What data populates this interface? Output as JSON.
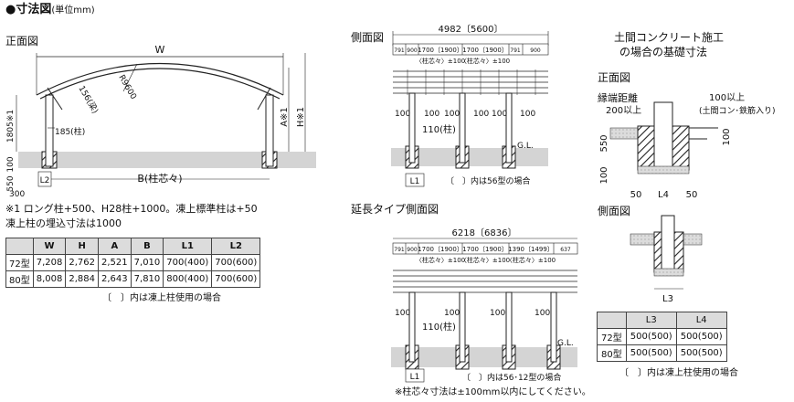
{
  "header": {
    "title": "●寸法図",
    "unit": "(単位mm)"
  },
  "front": {
    "title": "正面図",
    "W": "W",
    "R": "R9600",
    "pillar185": "185(柱)",
    "slope": "156(梁)",
    "Ah": "A※1",
    "Hh": "H※1",
    "h1805": "1805※1",
    "h100": "100",
    "h550": "550",
    "B": "B(柱芯々)",
    "L2": "L2",
    "d300": "300"
  },
  "notes": [
    "※1 ロング柱+500、H28柱+1000。凍上標準柱は+50",
    "凍上柱の埋込寸法は1000"
  ],
  "spec_table": {
    "headers": [
      "",
      "W",
      "H",
      "A",
      "B",
      "L1",
      "L2"
    ],
    "rows": [
      [
        "72型",
        "7,208",
        "2,762",
        "2,521",
        "7,010",
        "700(400)",
        "700(600)"
      ],
      [
        "80型",
        "8,008",
        "2,884",
        "2,643",
        "7,810",
        "800(400)",
        "700(600)"
      ]
    ],
    "note": "〔　〕内は凍上柱使用の場合"
  },
  "side": {
    "title": "側面図",
    "total": "4982〔5600〕",
    "segments": [
      "791",
      "900",
      "1700〔1900〕",
      "1700〔1900〕",
      "791",
      "900"
    ],
    "sub": [
      "〈柱芯々〉±100",
      "〈柱芯々〉±100"
    ],
    "d100": "100",
    "pillar": "110(柱)",
    "gl": "G.L.",
    "L1": "L1",
    "note": "〔　〕内は56型の場合"
  },
  "ext": {
    "title": "延長タイプ側面図",
    "total": "6218〔6836〕",
    "segments": [
      "791",
      "900",
      "1700〔1900〕",
      "1700〔1900〕",
      "1390〔1499〕",
      "637"
    ],
    "sub": [
      "〈柱芯々〉±100",
      "〈柱芯々〉±100",
      "〈柱芯々〉±100"
    ],
    "d100": "100",
    "pillar": "110(柱)",
    "gl": "G.L.",
    "L1": "L1",
    "note": "〔　〕内は56･12型の場合",
    "footnote": "※柱芯々寸法は±100mm以内にしてください。"
  },
  "found": {
    "title1": "土間コンクリート施工",
    "title2": "の場合の基礎寸法",
    "front": "正面図",
    "side": "側面図",
    "edge": "縁端距離",
    "e200": "200以上",
    "e100": "100以上",
    "e100sub": "(土間コン･鉄筋入り)",
    "v550": "550",
    "v100": "100",
    "v100b": "100",
    "h50a": "50",
    "L4": "L4",
    "h50b": "50",
    "L3": "L3"
  },
  "foundation_table": {
    "headers": [
      "",
      "L3",
      "L4"
    ],
    "rows": [
      [
        "72型",
        "500(500)",
        "500(500)"
      ],
      [
        "80型",
        "500(500)",
        "500(500)"
      ]
    ],
    "note": "〔　〕内は凍上柱使用の場合"
  }
}
